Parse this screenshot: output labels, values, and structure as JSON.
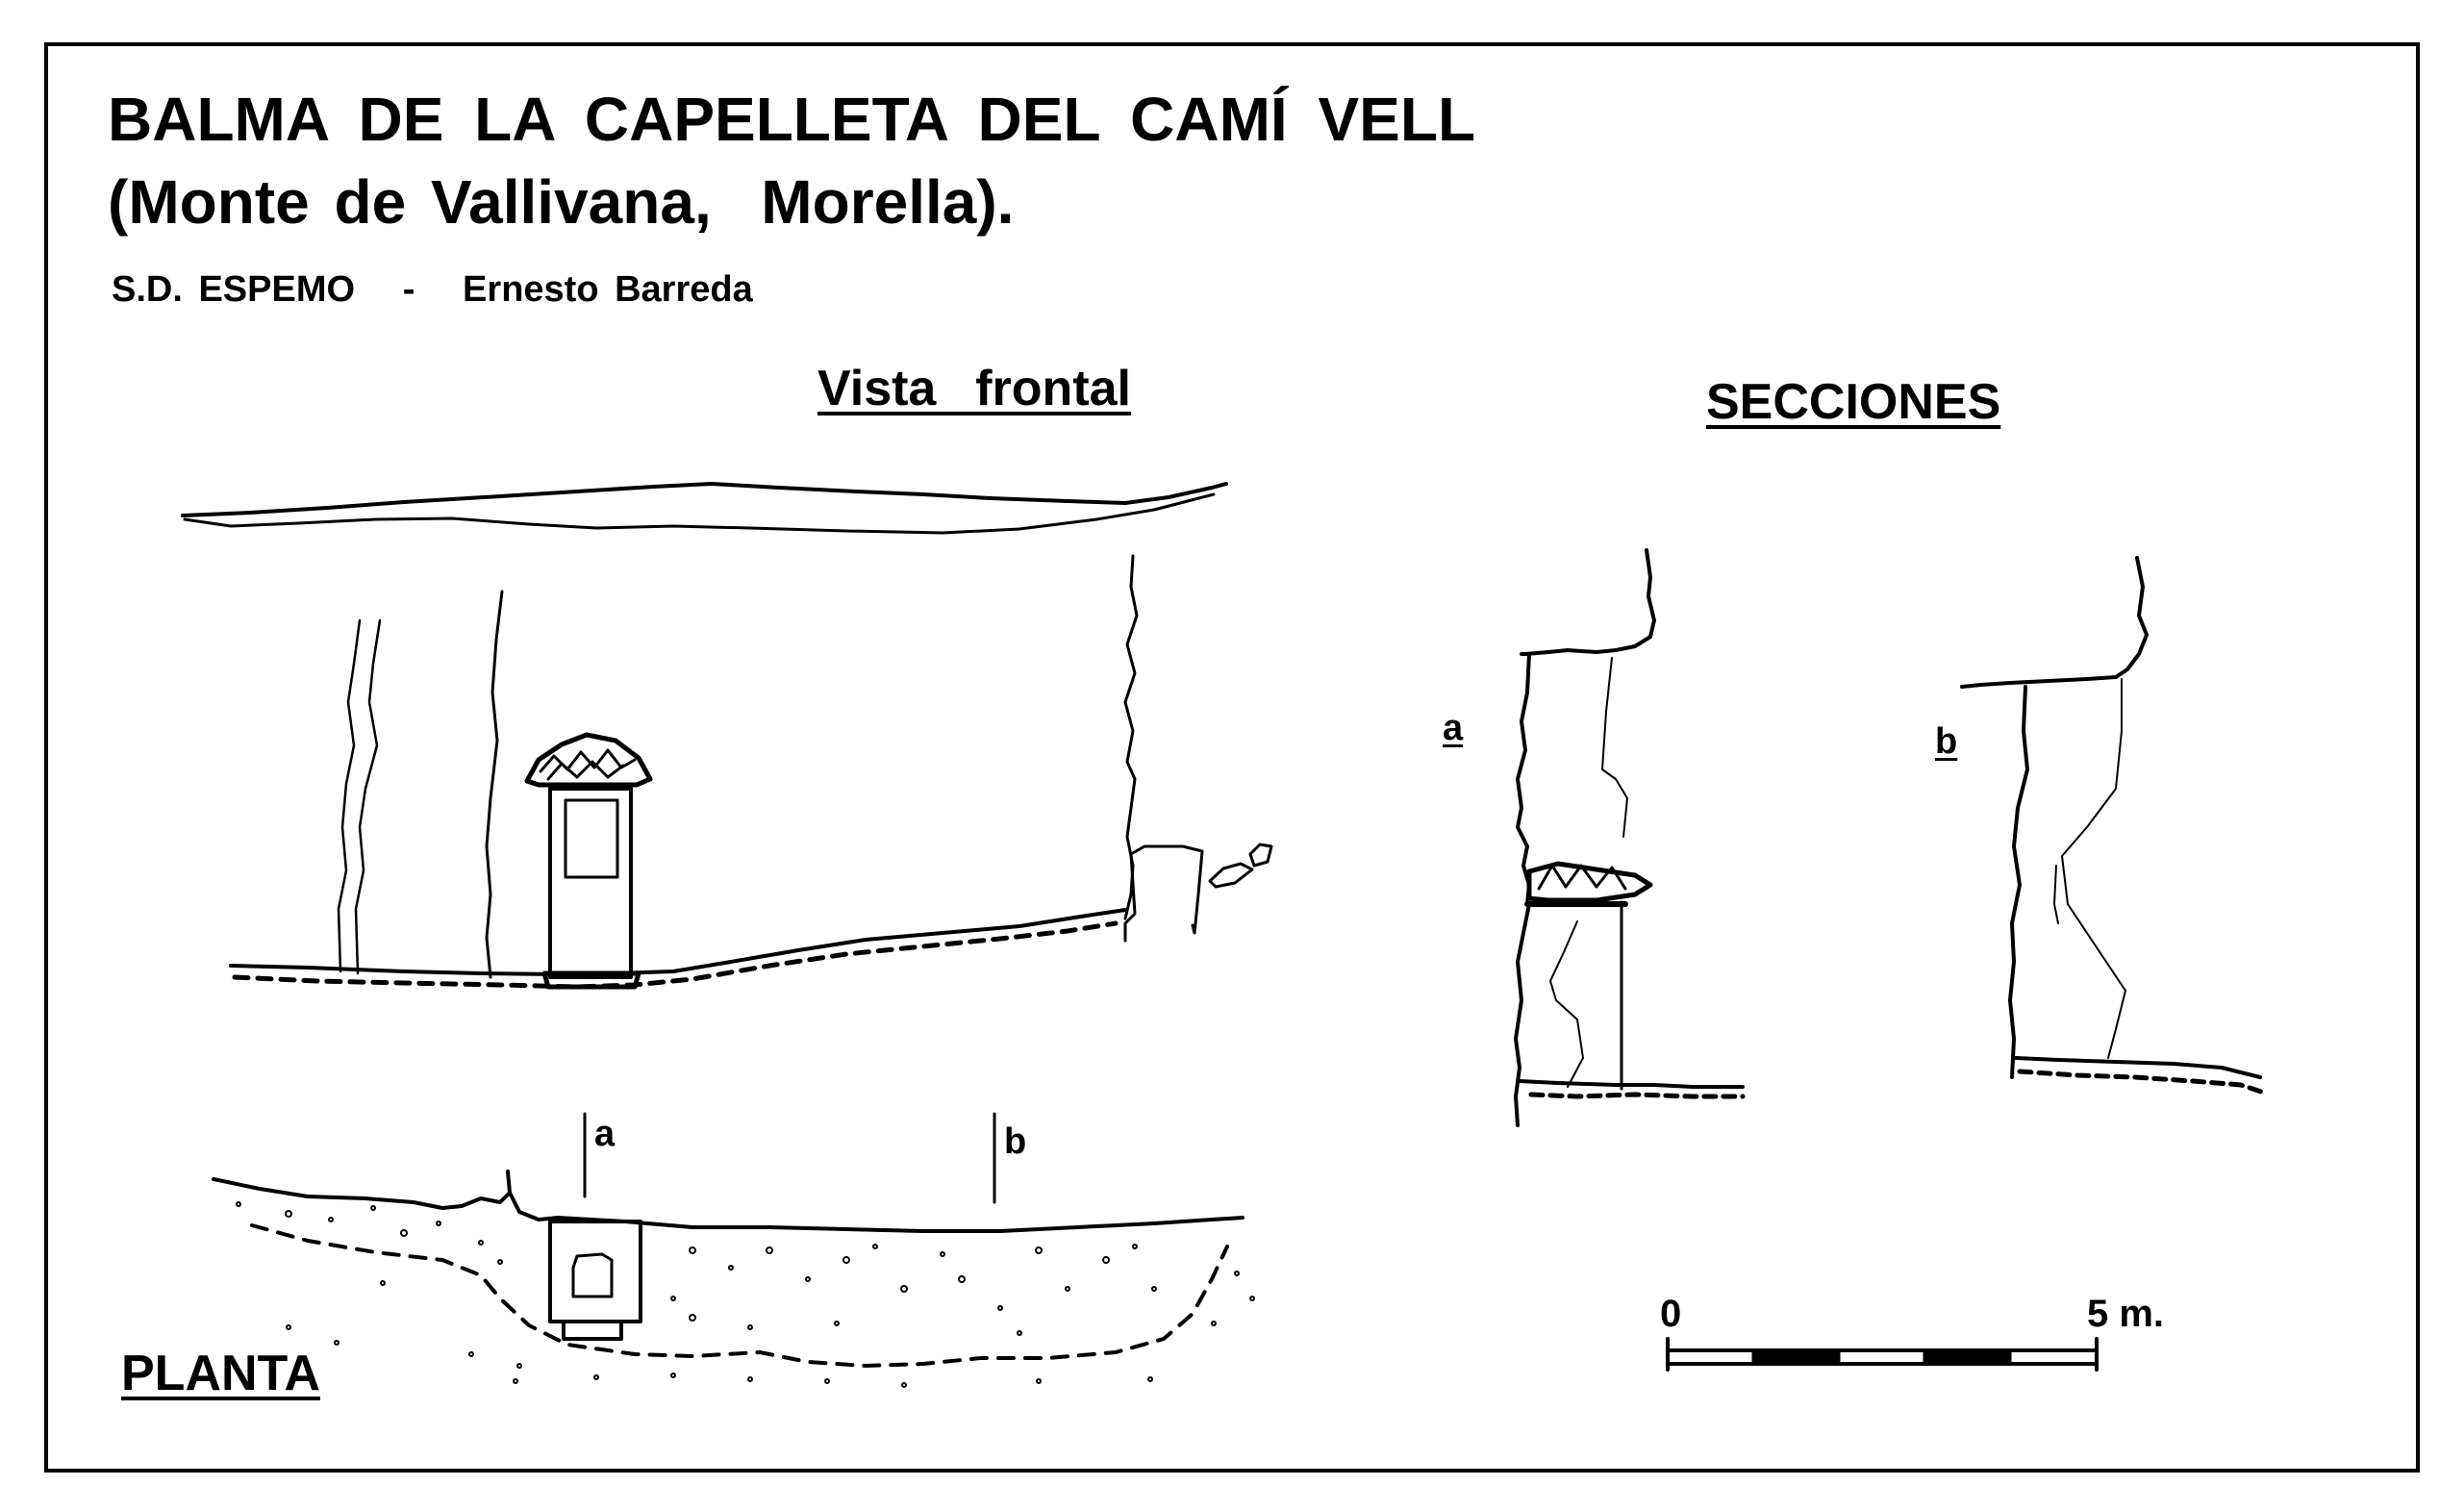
{
  "header": {
    "title_line1": "BALMA DE LA CAPELLETA DEL CAMÍ VELL",
    "title_line2": "(Monte de Vallivana,  Morella).",
    "authors": "S.D. ESPEMO   -   Ernesto Barreda"
  },
  "views": {
    "front_label": "Vista  frontal",
    "sections_label": "SECCIONES",
    "plan_label": "PLANTA"
  },
  "markers": {
    "a": "a",
    "b": "b"
  },
  "scale": {
    "start": "0",
    "end": "5 m."
  },
  "colors": {
    "ink": "#000000",
    "paper": "#ffffff"
  }
}
